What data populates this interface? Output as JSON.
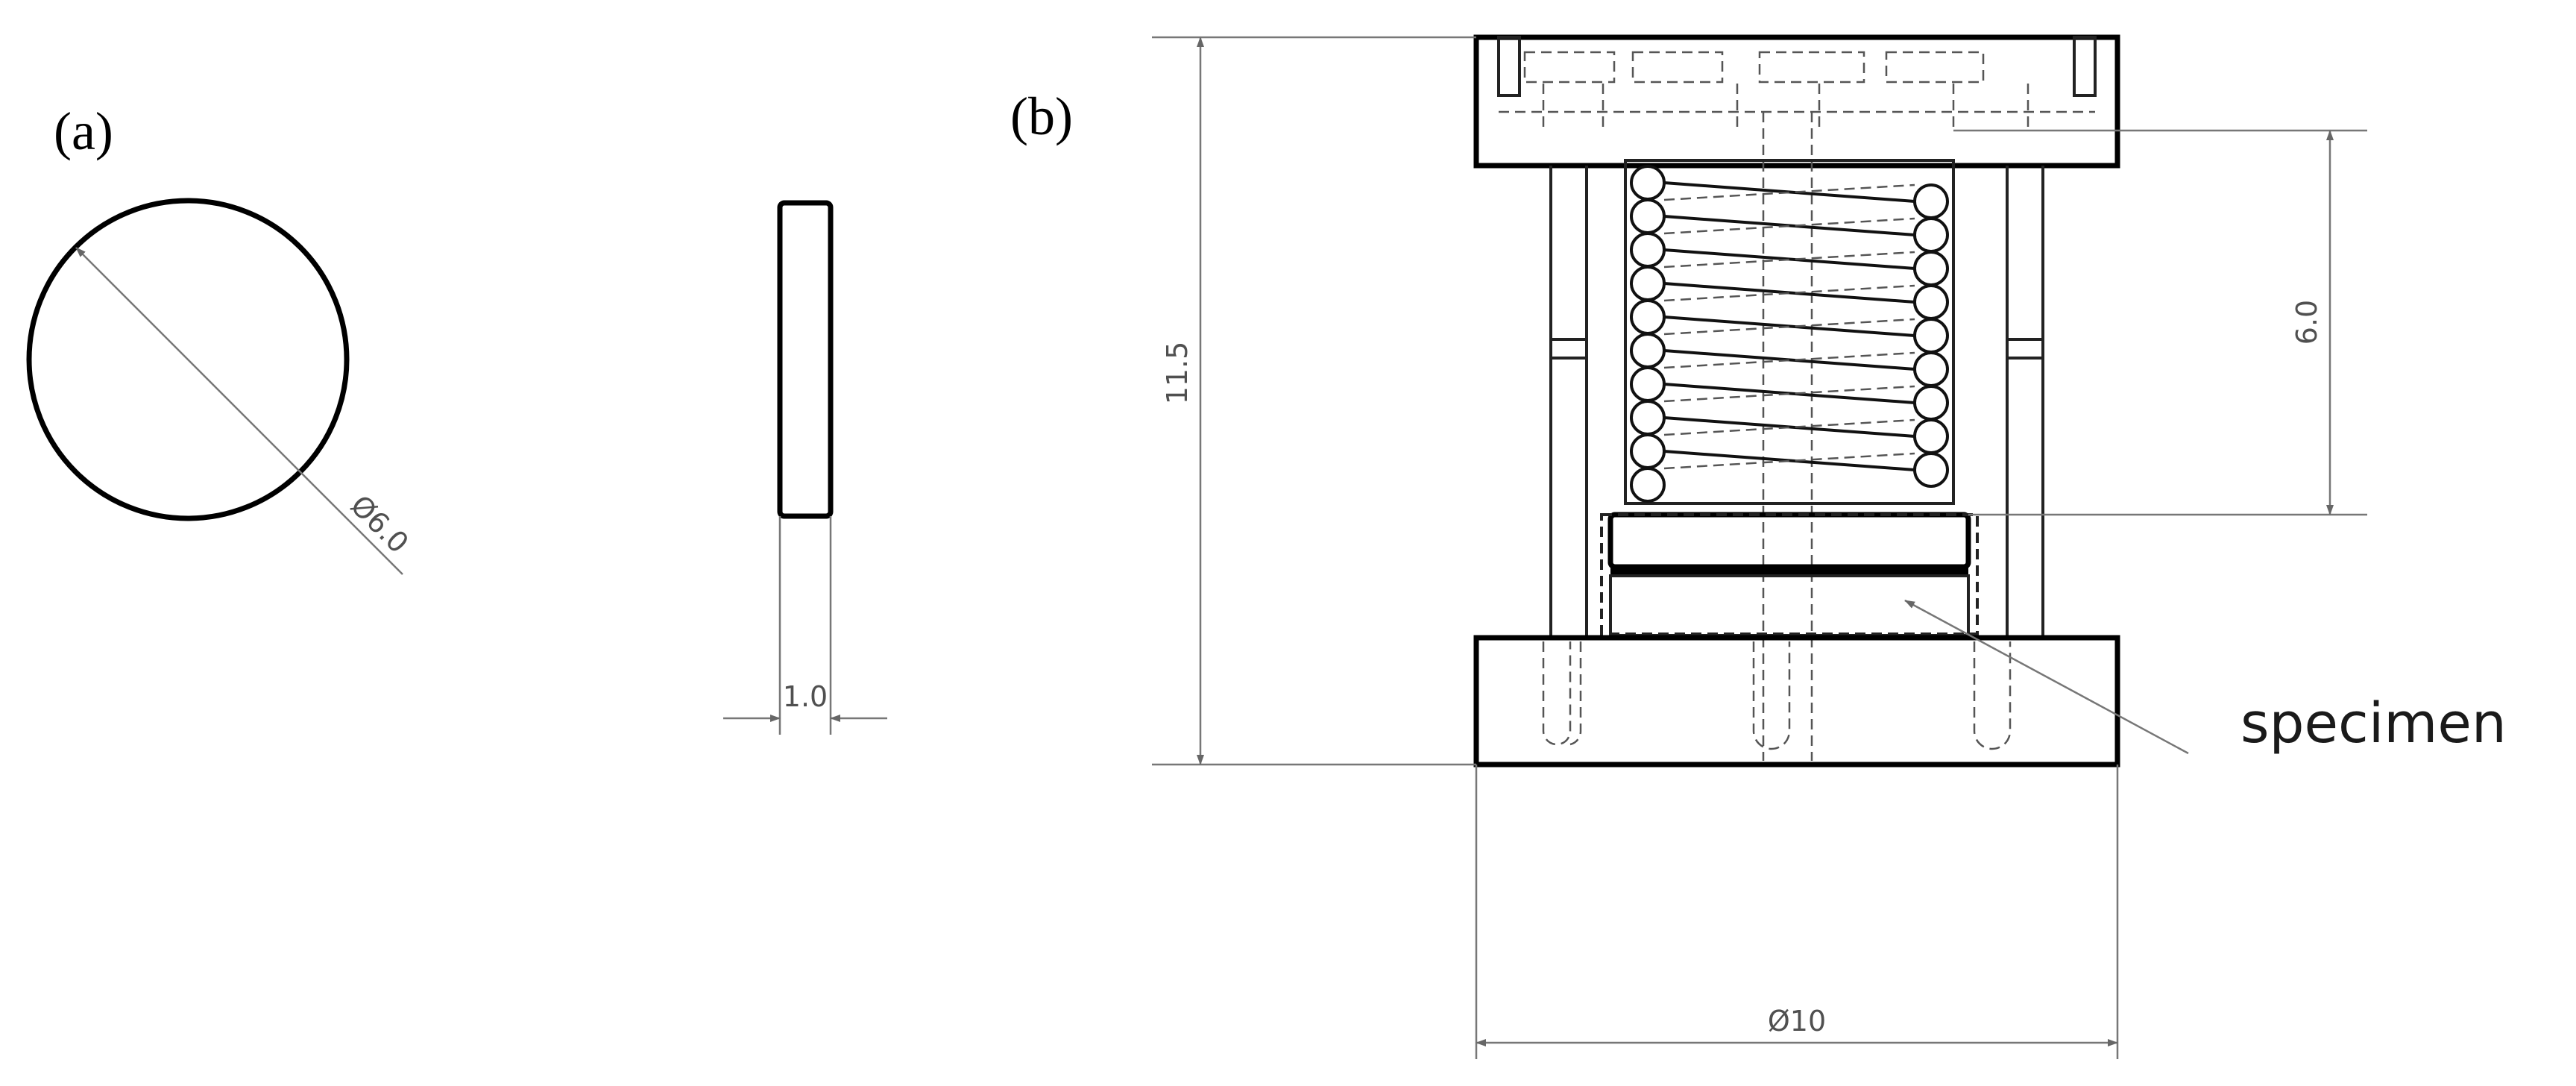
{
  "panels": {
    "a": {
      "label": "(a)",
      "diameter_label": "Ø6.0",
      "thickness_label": "1.0"
    },
    "b": {
      "label": "(b)",
      "height_label": "11.5",
      "spring_label": "6.0",
      "base_diameter_label": "Ø10",
      "callout": "specimen"
    }
  },
  "colors": {
    "line": "#000000",
    "dimension": "#777777",
    "hidden": "#555555"
  }
}
